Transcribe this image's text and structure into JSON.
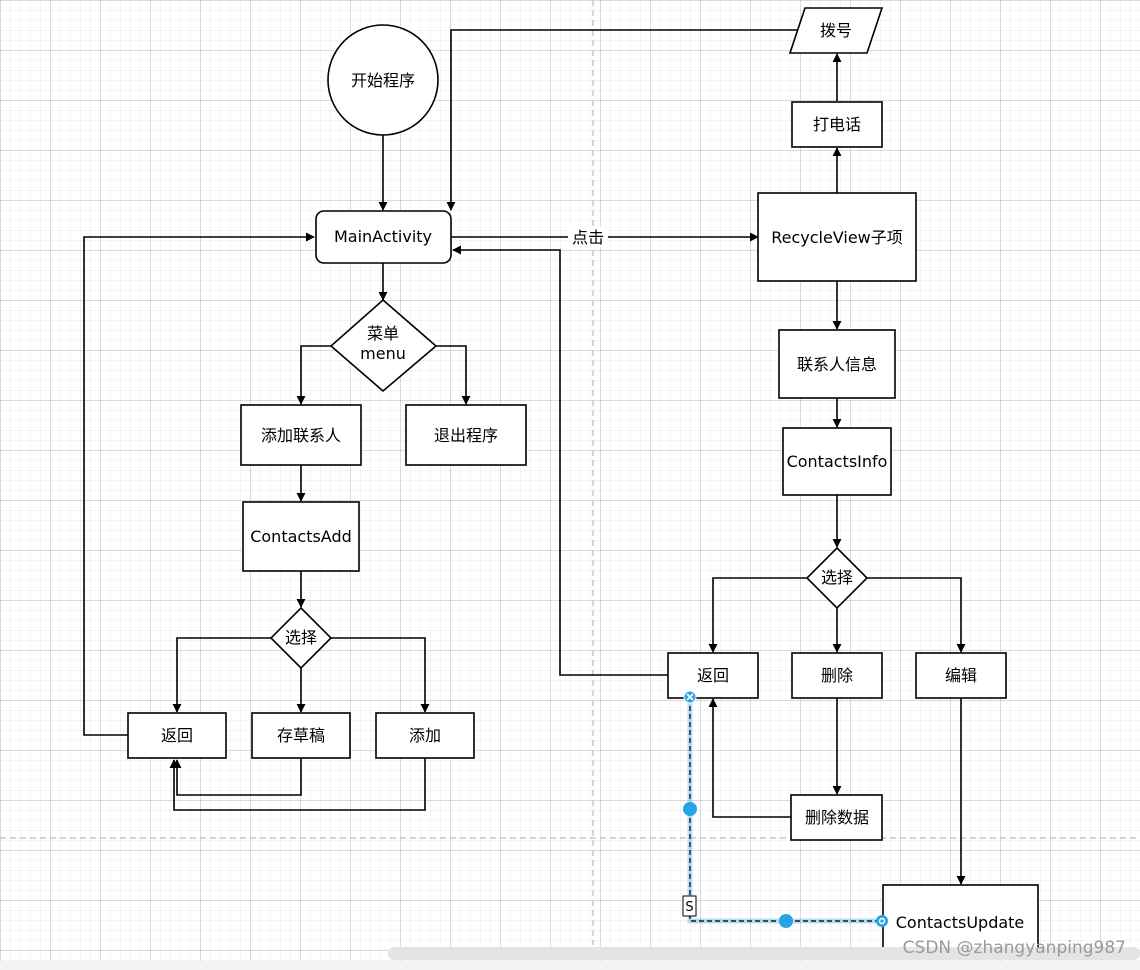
{
  "diagram": {
    "nodes": {
      "start": "开始程序",
      "main_activity": "MainActivity",
      "menu_line1": "菜单",
      "menu_line2": "menu",
      "add_contact": "添加联系人",
      "exit_program": "退出程序",
      "contacts_add": "ContactsAdd",
      "choose_left": "选择",
      "back_left": "返回",
      "save_draft": "存草稿",
      "add": "添加",
      "dial": "拨号",
      "call": "打电话",
      "recycle_item": "RecycleView子项",
      "contact_info_cn": "联系人信息",
      "contacts_info": "ContactsInfo",
      "choose_right": "选择",
      "back_right": "返回",
      "delete": "删除",
      "edit": "编辑",
      "delete_data": "删除数据",
      "contacts_update": "ContactsUpdate"
    },
    "edge_labels": {
      "click": "点击"
    },
    "handle_label": "S",
    "colors": {
      "stroke": "#000000",
      "selection": "#29a3e8",
      "guide": "#c8c8c8"
    }
  },
  "watermark": "CSDN @zhangyanping987"
}
